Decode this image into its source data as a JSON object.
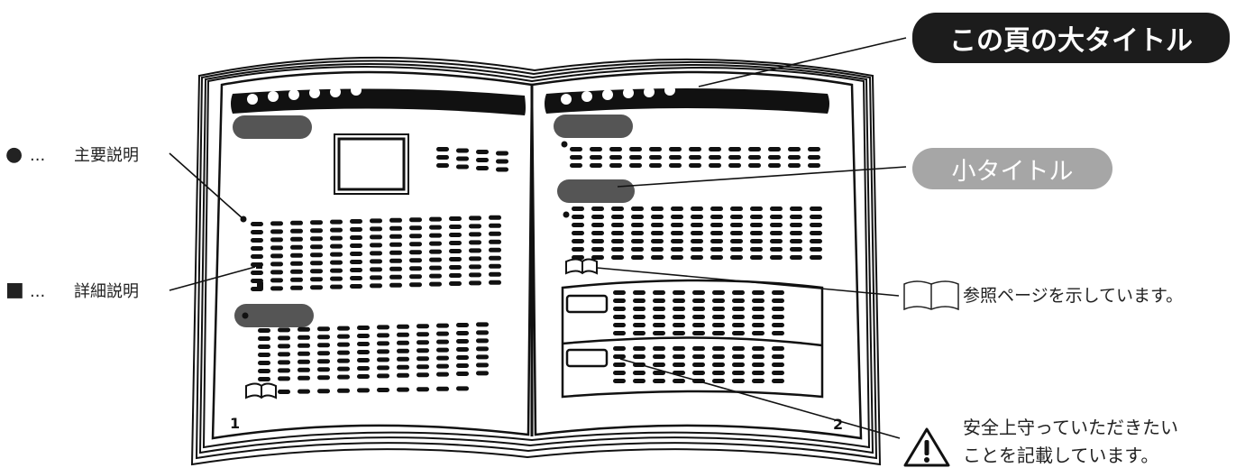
{
  "big_title_pill": "この頁の大タイトル",
  "small_title_pill": "小タイトル",
  "legend": {
    "main_symbol": "●",
    "main_dots": "...",
    "main_label": "主要説明",
    "detail_symbol": "■",
    "detail_dots": "...",
    "detail_label": "詳細説明"
  },
  "reference_note": "参照ページを示しています。",
  "caution_note_line1": "安全上守っていただきたい",
  "caution_note_line2": "ことを記載しています。",
  "page_numbers": {
    "left": "1",
    "right": "2"
  },
  "icons": {
    "reference": "open-book-icon",
    "caution": "warning-triangle-icon"
  },
  "colors": {
    "ink": "#1c1c1c",
    "gray_bar": "#555555",
    "pill_gray": "#a6a6a6"
  }
}
